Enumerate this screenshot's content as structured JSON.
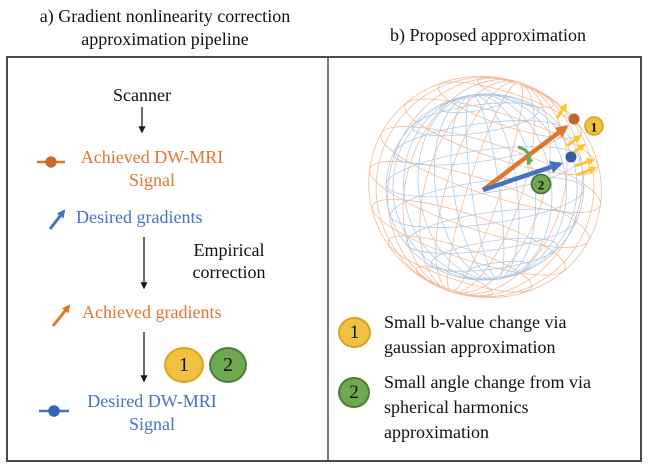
{
  "titles": {
    "panel_a": "a) Gradient nonlinearity correction\napproximation pipeline",
    "panel_b": "b) Proposed approximation"
  },
  "pipeline": {
    "scanner": "Scanner",
    "achieved_signal": "Achieved DW-MRI\nSignal",
    "desired_gradients": "Desired gradients",
    "empirical_correction": "Empirical\ncorrection",
    "achieved_gradients": "Achieved gradients",
    "step1": "1",
    "step2": "2",
    "desired_signal": "Desired DW-MRI\nSignal"
  },
  "sphere": {
    "badge1": "1",
    "badge2": "2"
  },
  "legend": {
    "item1": {
      "num": "1",
      "text": "Small b-value change via\ngaussian approximation"
    },
    "item2": {
      "num": "2",
      "text": "Small angle change from via\nspherical harmonics\napproximation"
    }
  },
  "colors": {
    "orange": "#E0762F",
    "orange_dot": "#C26329",
    "blue": "#4472C4",
    "blue_dot": "#2F5DA0",
    "yellow_badge": "#F0C23F",
    "yellow_badge_border": "#D9A41F",
    "green_badge": "#6FA84F",
    "green_badge_border": "#4E7E35",
    "green_arrow": "#6AA84F",
    "yellow_arrow": "#FFC32B",
    "mesh_blue": "#A6C7E7",
    "mesh_orange": "#F2B48C",
    "frame_border": "#4A4A4A"
  }
}
